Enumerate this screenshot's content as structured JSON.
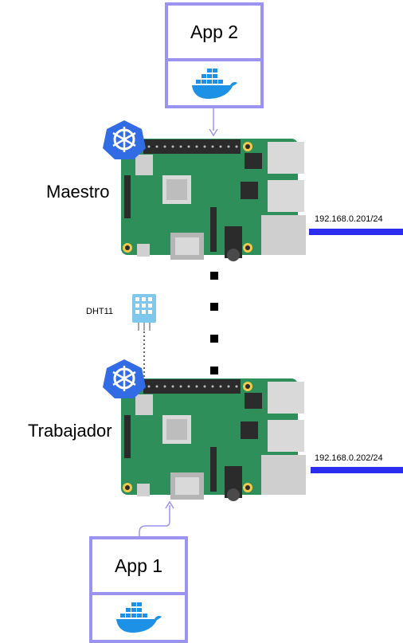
{
  "app_top": {
    "title": "App 2",
    "icon": "docker-whale-icon"
  },
  "app_bottom": {
    "title": "App 1",
    "icon": "docker-whale-icon"
  },
  "master": {
    "label": "Maestro",
    "ip": "192.168.0.201/24",
    "icon": "kubernetes-icon"
  },
  "worker": {
    "label": "Trabajador",
    "ip": "192.168.0.202/24",
    "icon": "kubernetes-icon"
  },
  "sensor": {
    "label": "DHT11"
  },
  "colors": {
    "box_border": "#9a94f0",
    "network_line": "#2c2cf0",
    "board_green": "#2f8f5a",
    "kube_blue": "#326ce5",
    "docker_blue": "#1d91e6"
  }
}
